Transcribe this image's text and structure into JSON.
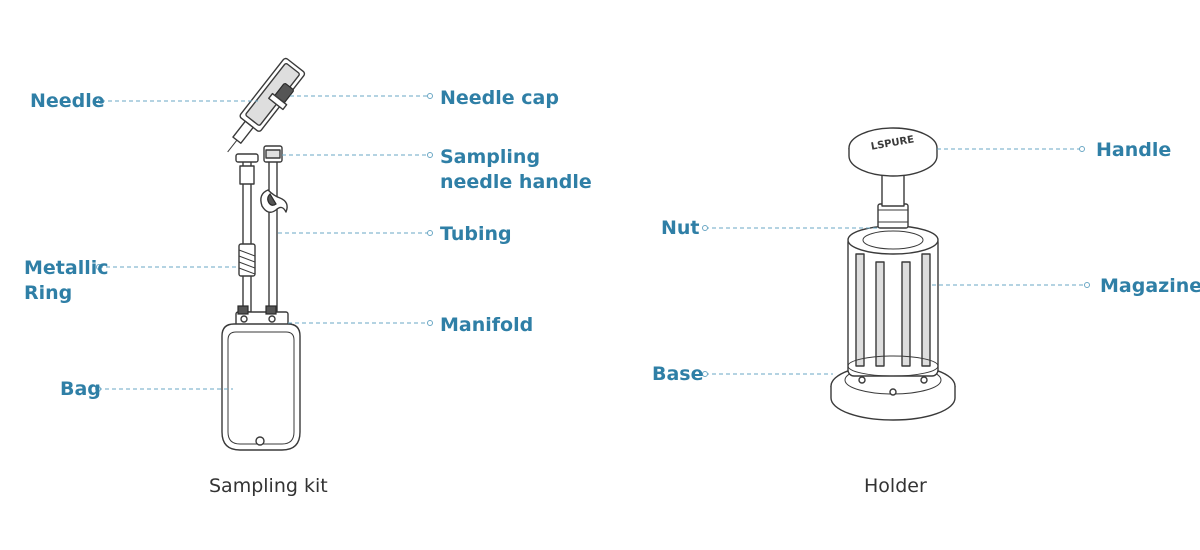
{
  "kit": {
    "title": "Sampling kit",
    "labels": {
      "needle": "Needle",
      "needle_cap": "Needle cap",
      "handle_line1": "Sampling",
      "handle_line2": "needle handle",
      "tubing": "Tubing",
      "ring_line1": "Metallic",
      "ring_line2": "Ring",
      "manifold": "Manifold",
      "bag": "Bag"
    }
  },
  "holder": {
    "title": "Holder",
    "brand": "LSPURE",
    "labels": {
      "handle": "Handle",
      "nut": "Nut",
      "magazine": "Magazine",
      "base": "Base"
    }
  },
  "colors": {
    "label": "#2f7fa6",
    "leader": "#6aa7c4",
    "caption": "#333333",
    "drawing": "#3a3a3a"
  }
}
